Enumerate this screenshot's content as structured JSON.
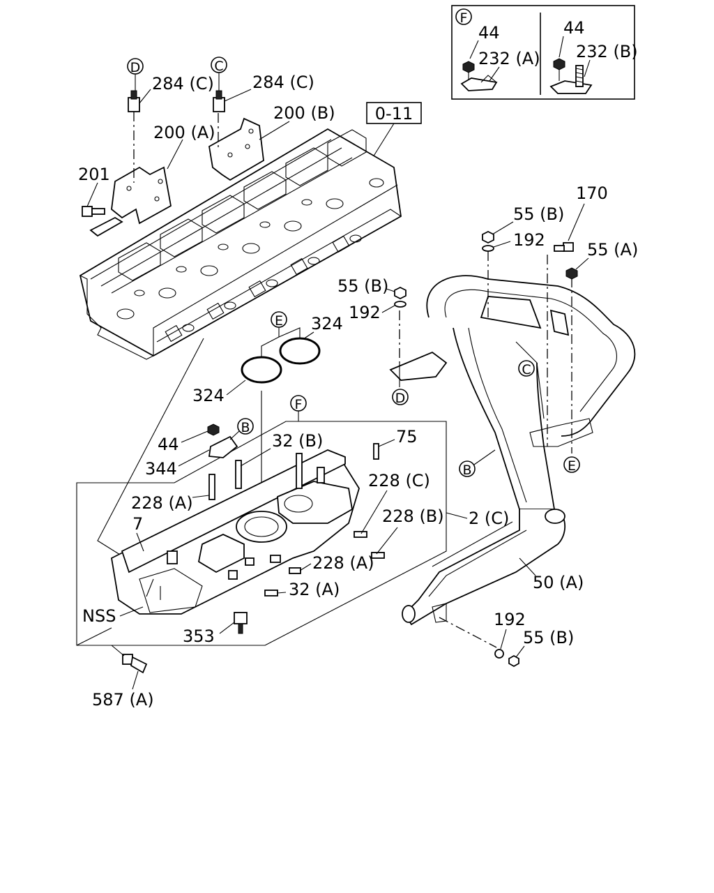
{
  "labels": {
    "ref_box": "0-11",
    "c_284c_left": "284 (C)",
    "c_284c_right": "284 (C)",
    "c_200a": "200 (A)",
    "c_200b": "200 (B)",
    "c_201": "201",
    "c_170": "170",
    "c_55b_top": "55 (B)",
    "c_192_top": "192",
    "c_55a": "55 (A)",
    "c_55b_mid": "55 (B)",
    "c_192_mid": "192",
    "c_324_upper": "324",
    "c_324_lower": "324",
    "c_44_main": "44",
    "c_344": "344",
    "c_32b": "32 (B)",
    "c_75": "75",
    "c_228c": "228 (C)",
    "c_228a_left": "228 (A)",
    "c_228b": "228 (B)",
    "c_7": "7",
    "c_2c": "2 (C)",
    "c_228a_right": "228 (A)",
    "c_32a": "32 (A)",
    "c_nss": "NSS",
    "c_353": "353",
    "c_587a": "587 (A)",
    "c_50a": "50 (A)",
    "c_192_bottom": "192",
    "c_55b_bottom": "55 (B)",
    "inset_44_left": "44",
    "inset_232a": "232 (A)",
    "inset_44_right": "44",
    "inset_232b": "232 (B)"
  },
  "markers": {
    "d_top": "D",
    "c_top": "C",
    "f_inset": "F",
    "e_main": "E",
    "f_main": "F",
    "b_main": "B",
    "d_pipe": "D",
    "c_pipe": "C",
    "b_pipe": "B",
    "e_pipe": "E"
  }
}
